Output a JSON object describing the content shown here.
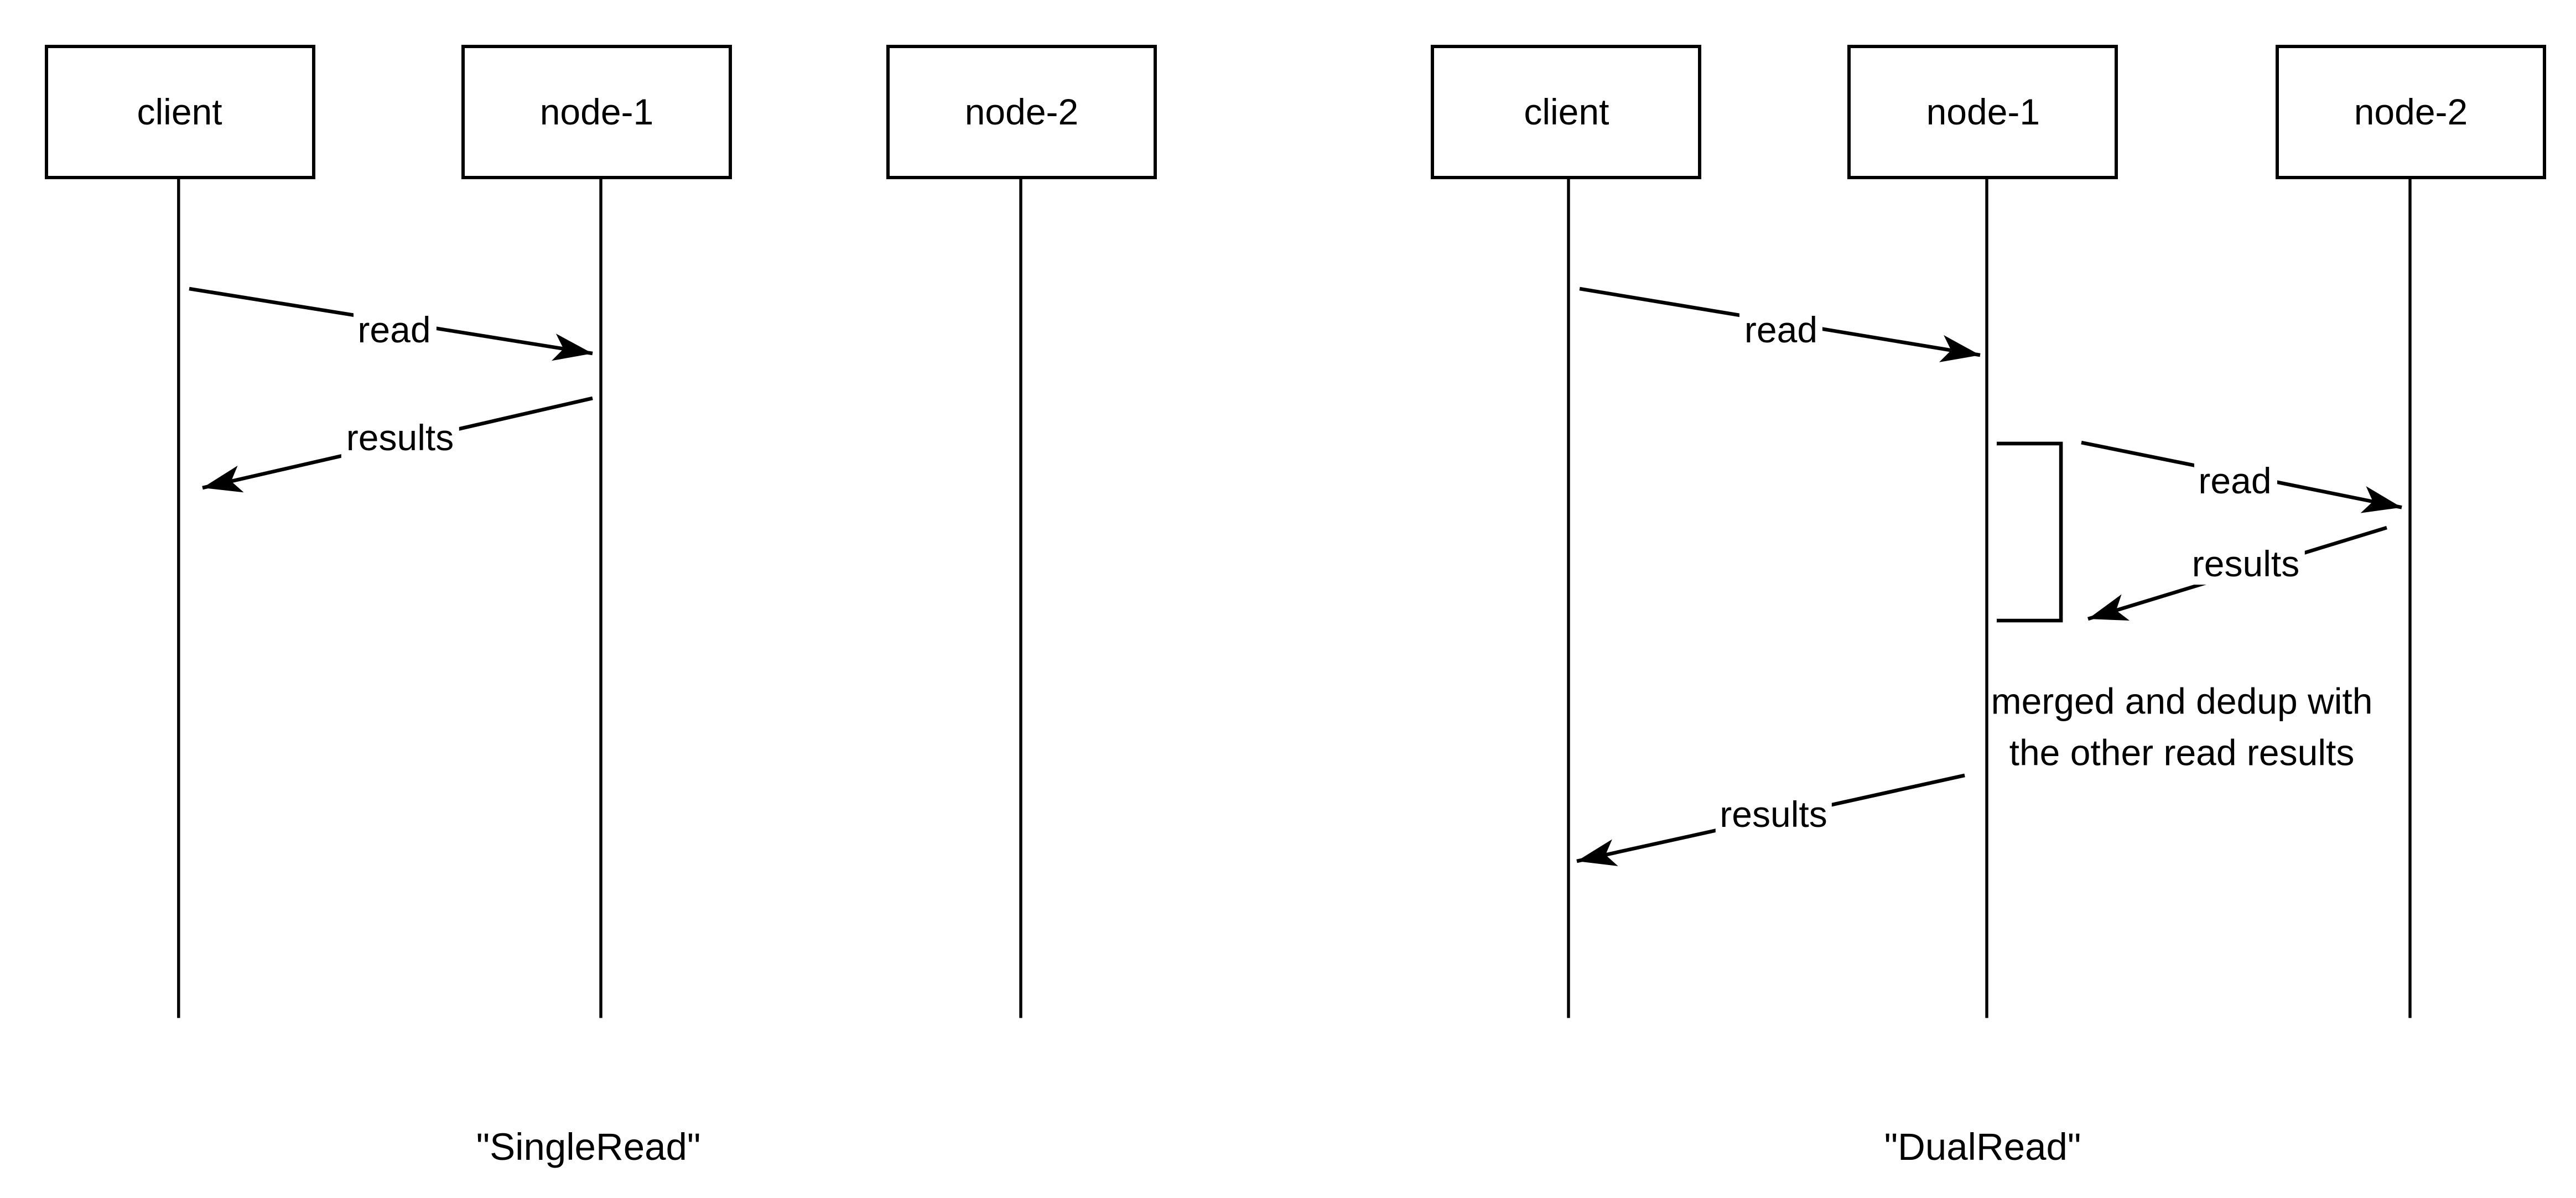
{
  "canvas": {
    "background_color": "#ffffff",
    "line_color": "#000000",
    "text_color": "#000000"
  },
  "diagrams": [
    {
      "caption": "\"SingleRead\"",
      "actors": [
        {
          "label": "client"
        },
        {
          "label": "node-1"
        },
        {
          "label": "node-2"
        }
      ],
      "messages": [
        {
          "label": "read",
          "from": "client",
          "to": "node-1"
        },
        {
          "label": "results",
          "from": "node-1",
          "to": "client"
        }
      ]
    },
    {
      "caption": "\"DualRead\"",
      "actors": [
        {
          "label": "client"
        },
        {
          "label": "node-1"
        },
        {
          "label": "node-2"
        }
      ],
      "messages": [
        {
          "label": "read",
          "from": "client",
          "to": "node-1"
        },
        {
          "label": "read",
          "from": "node-1",
          "to": "node-2"
        },
        {
          "label": "results",
          "from": "node-2",
          "to": "node-1"
        },
        {
          "label": "results",
          "from": "node-1",
          "to": "client"
        }
      ],
      "note": "merged and dedup with\nthe other read results"
    }
  ]
}
